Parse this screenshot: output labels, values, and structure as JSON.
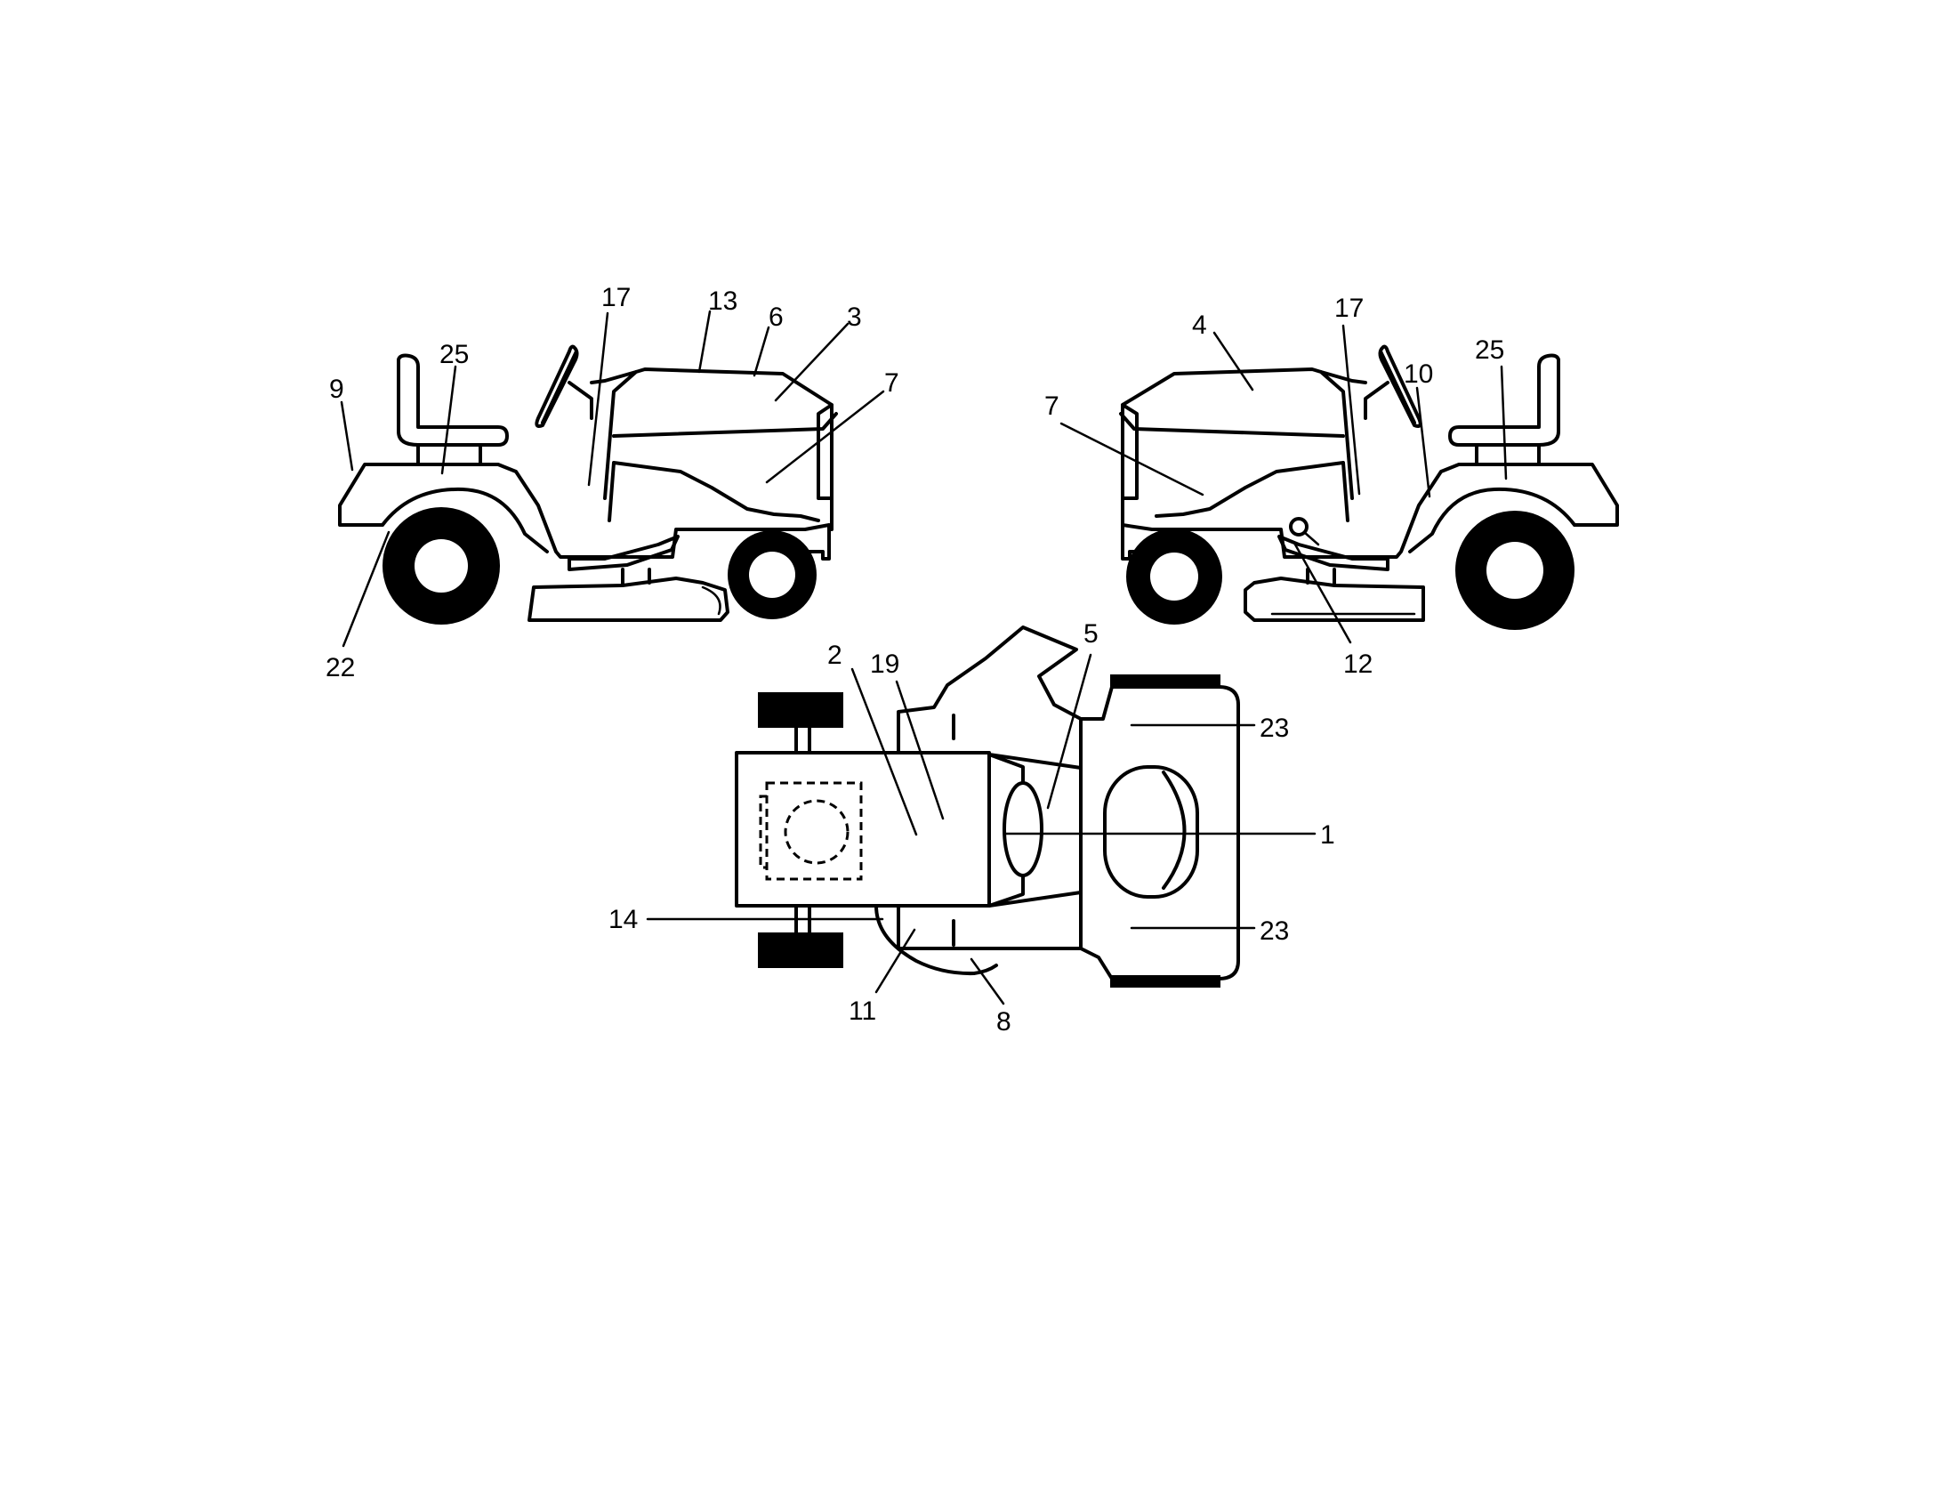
{
  "callouts": [
    {
      "id": "left-9",
      "text": "9"
    },
    {
      "id": "left-25",
      "text": "25"
    },
    {
      "id": "left-17",
      "text": "17"
    },
    {
      "id": "left-13",
      "text": "13"
    },
    {
      "id": "left-6",
      "text": "6"
    },
    {
      "id": "left-3",
      "text": "3"
    },
    {
      "id": "left-7",
      "text": "7"
    },
    {
      "id": "left-22",
      "text": "22"
    },
    {
      "id": "right-4",
      "text": "4"
    },
    {
      "id": "right-17",
      "text": "17"
    },
    {
      "id": "right-25",
      "text": "25"
    },
    {
      "id": "right-10",
      "text": "10"
    },
    {
      "id": "right-7",
      "text": "7"
    },
    {
      "id": "right-12",
      "text": "12"
    },
    {
      "id": "top-2",
      "text": "2"
    },
    {
      "id": "top-19",
      "text": "19"
    },
    {
      "id": "top-5",
      "text": "5"
    },
    {
      "id": "top-23a",
      "text": "23"
    },
    {
      "id": "top-1",
      "text": "1"
    },
    {
      "id": "top-23b",
      "text": "23"
    },
    {
      "id": "top-14",
      "text": "14"
    },
    {
      "id": "top-11",
      "text": "11"
    },
    {
      "id": "top-8",
      "text": "8"
    }
  ]
}
